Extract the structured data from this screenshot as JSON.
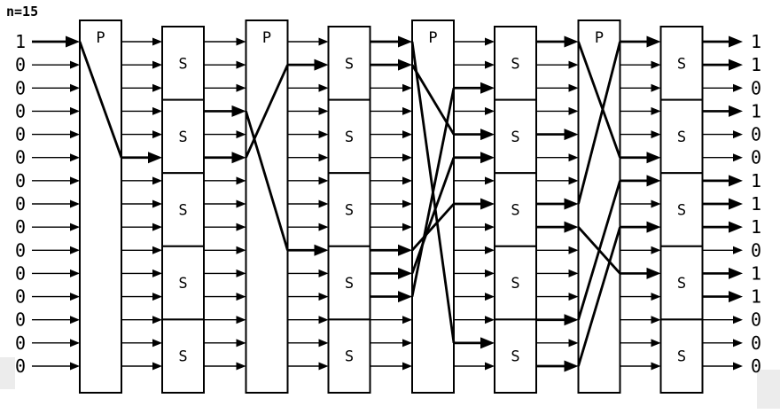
{
  "diagram": {
    "title": "n=15",
    "rows": 15,
    "stages": 4,
    "sboxes_per_column": 5,
    "p_label": "P",
    "s_label": "S",
    "input_bits": [
      "1",
      "0",
      "0",
      "0",
      "0",
      "0",
      "0",
      "0",
      "0",
      "0",
      "0",
      "0",
      "0",
      "0",
      "0"
    ],
    "output_bits": [
      "1",
      "1",
      "0",
      "1",
      "0",
      "0",
      "1",
      "1",
      "1",
      "0",
      "1",
      "1",
      "0",
      "0",
      "0"
    ],
    "arrow_columns": [
      {
        "name": "input-to-p1",
        "bold_rows": [
          1
        ]
      },
      {
        "name": "p1-to-s1",
        "bold_rows": [
          6
        ]
      },
      {
        "name": "s1-to-p2",
        "bold_rows": [
          4,
          6
        ]
      },
      {
        "name": "p2-to-s2",
        "bold_rows": [
          2,
          10
        ]
      },
      {
        "name": "s2-to-p3",
        "bold_rows": [
          1,
          2,
          10,
          11,
          12
        ]
      },
      {
        "name": "p3-to-s3",
        "bold_rows": [
          3,
          5,
          6,
          8,
          14
        ]
      },
      {
        "name": "s3-to-p4",
        "bold_rows": [
          1,
          5,
          8,
          9,
          13,
          15
        ]
      },
      {
        "name": "p4-to-s4",
        "bold_rows": [
          1,
          6,
          7,
          9,
          11
        ]
      },
      {
        "name": "s4-to-output",
        "bold_rows": [
          1,
          2,
          4,
          7,
          8,
          9,
          11,
          12
        ]
      }
    ],
    "p_routes": [
      {
        "box": "p-box-1",
        "lines": [
          [
            1,
            6
          ]
        ]
      },
      {
        "box": "p-box-2",
        "lines": [
          [
            4,
            10
          ],
          [
            6,
            2
          ]
        ]
      },
      {
        "box": "p-box-3",
        "lines": [
          [
            1,
            14
          ],
          [
            2,
            5
          ],
          [
            10,
            8
          ],
          [
            11,
            6
          ],
          [
            12,
            3
          ]
        ]
      },
      {
        "box": "p-box-4",
        "lines": [
          [
            1,
            6
          ],
          [
            8,
            1
          ],
          [
            9,
            11
          ],
          [
            13,
            7
          ],
          [
            15,
            9
          ]
        ]
      }
    ],
    "colors": {
      "line": "#000000",
      "background": "#ffffff",
      "artifact": "#ececec"
    }
  }
}
